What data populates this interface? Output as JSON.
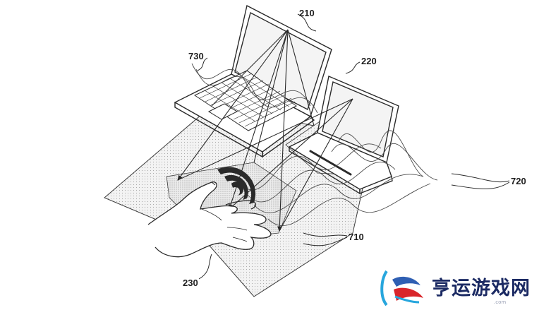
{
  "figure": {
    "reference_numerals": {
      "laptop": "210",
      "tablet": "220",
      "laptop_sensing_region": "730",
      "tablet_sensing_region": "720",
      "hand_sensing_region": "710",
      "hand": "230"
    }
  },
  "watermark": {
    "text": "亨运游戏网",
    "subtext": ".com",
    "colors": {
      "text": "#1b2a63",
      "red": "#d9262b",
      "blue": "#2f5fb3",
      "cyan": "#27a6dd"
    }
  },
  "colors": {
    "line": "#2a2a2a",
    "shade": "#d6d6d6",
    "background": "#ffffff"
  }
}
